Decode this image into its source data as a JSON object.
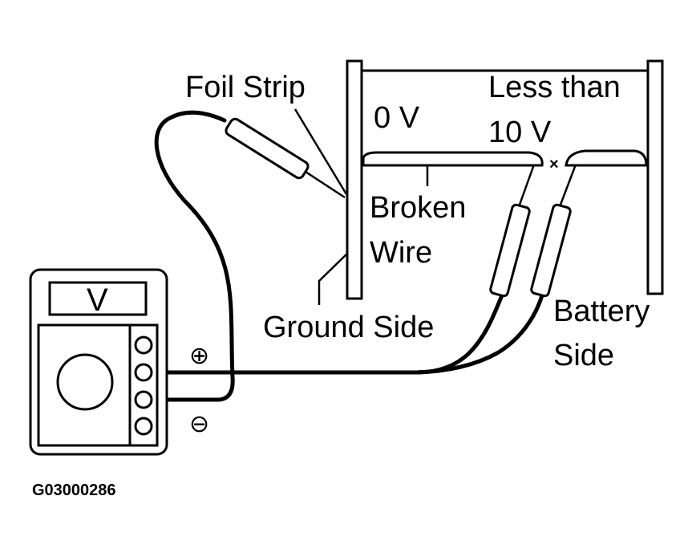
{
  "labels": {
    "foil_strip": "Foil Strip",
    "zero_volt": "0 V",
    "less_than": "Less than",
    "ten_volt": "10 V",
    "broken": "Broken",
    "wire": "Wire",
    "ground_side": "Ground Side",
    "battery": "Battery",
    "side": "Side",
    "meter_display": "V",
    "plus": "⊕",
    "minus": "⊖",
    "break_mark": "×",
    "figure_code": "G03000286"
  },
  "colors": {
    "ink": "#000000",
    "paper": "#ffffff"
  }
}
